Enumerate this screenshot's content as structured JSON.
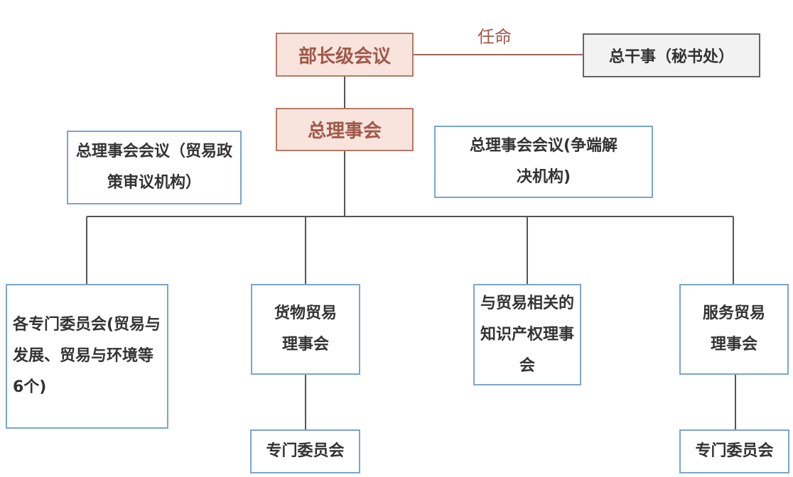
{
  "diagram": {
    "top_node": "部长级会议",
    "appoint_label": "任命",
    "secretariat_node": "总干事（秘书处）",
    "general_council_node": "总理事会",
    "trade_policy_review_node": "总理事会会议（贸易政策审议机构）",
    "dispute_settlement_node": "总理事会会议(争端解决机构)",
    "committees_node": "各专门委员会(贸易与发展、贸易与环境等6个)",
    "goods_council_node": "货物贸易理事会",
    "trips_council_node": "与贸易相关的知识产权理事会",
    "services_council_node": "服务贸易理事会",
    "goods_committee_node": "专门委员会",
    "services_committee_node": "专门委员会"
  },
  "colors": {
    "primary_fill": "#f8e4dc",
    "primary_border": "#b57a66",
    "primary_text": "#a0584a",
    "gray_fill": "#f2f2f2",
    "gray_border": "#666666",
    "blue_border": "#7aa6cc",
    "connector": "#555555"
  }
}
